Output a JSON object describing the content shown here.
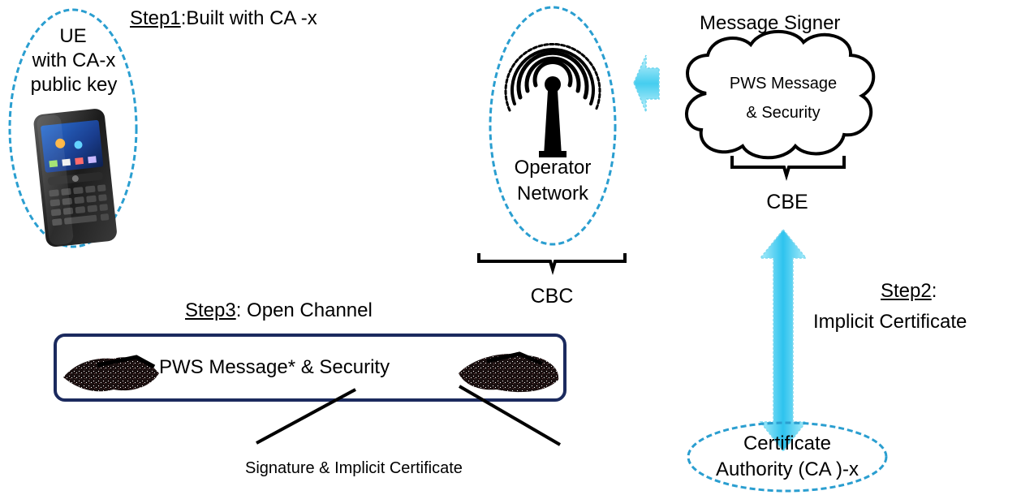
{
  "ue": {
    "line1": "UE",
    "line2": "with CA-x",
    "line3": "public key",
    "icon": "blackberry-phone-icon"
  },
  "step1": {
    "label": "Step1",
    "text": ":Built with CA -x"
  },
  "operator": {
    "line1": "Operator",
    "line2": "Network",
    "icon": "antenna-tower-icon",
    "bracket_label": "CBC"
  },
  "signer": {
    "title": "Message Signer",
    "cloud_line1": "PWS Message",
    "cloud_line2": "& Security",
    "bracket_label": "CBE"
  },
  "step2": {
    "label": "Step2",
    "suffix": ":",
    "text": "Implicit Certificate"
  },
  "step3": {
    "label": "Step3",
    "text": ": Open Channel"
  },
  "channel": {
    "message": "PWS Message*  & Security",
    "annotation": "Signature & Implicit Certificate"
  },
  "ca": {
    "line1": "Certificate",
    "line2": "Authority (CA )-x"
  },
  "colors": {
    "dashed_border": "#2a9ed0",
    "arrow_light": "#8fe6f8",
    "arrow_mid": "#33c7ee",
    "channel_border": "#1b2a5e"
  }
}
